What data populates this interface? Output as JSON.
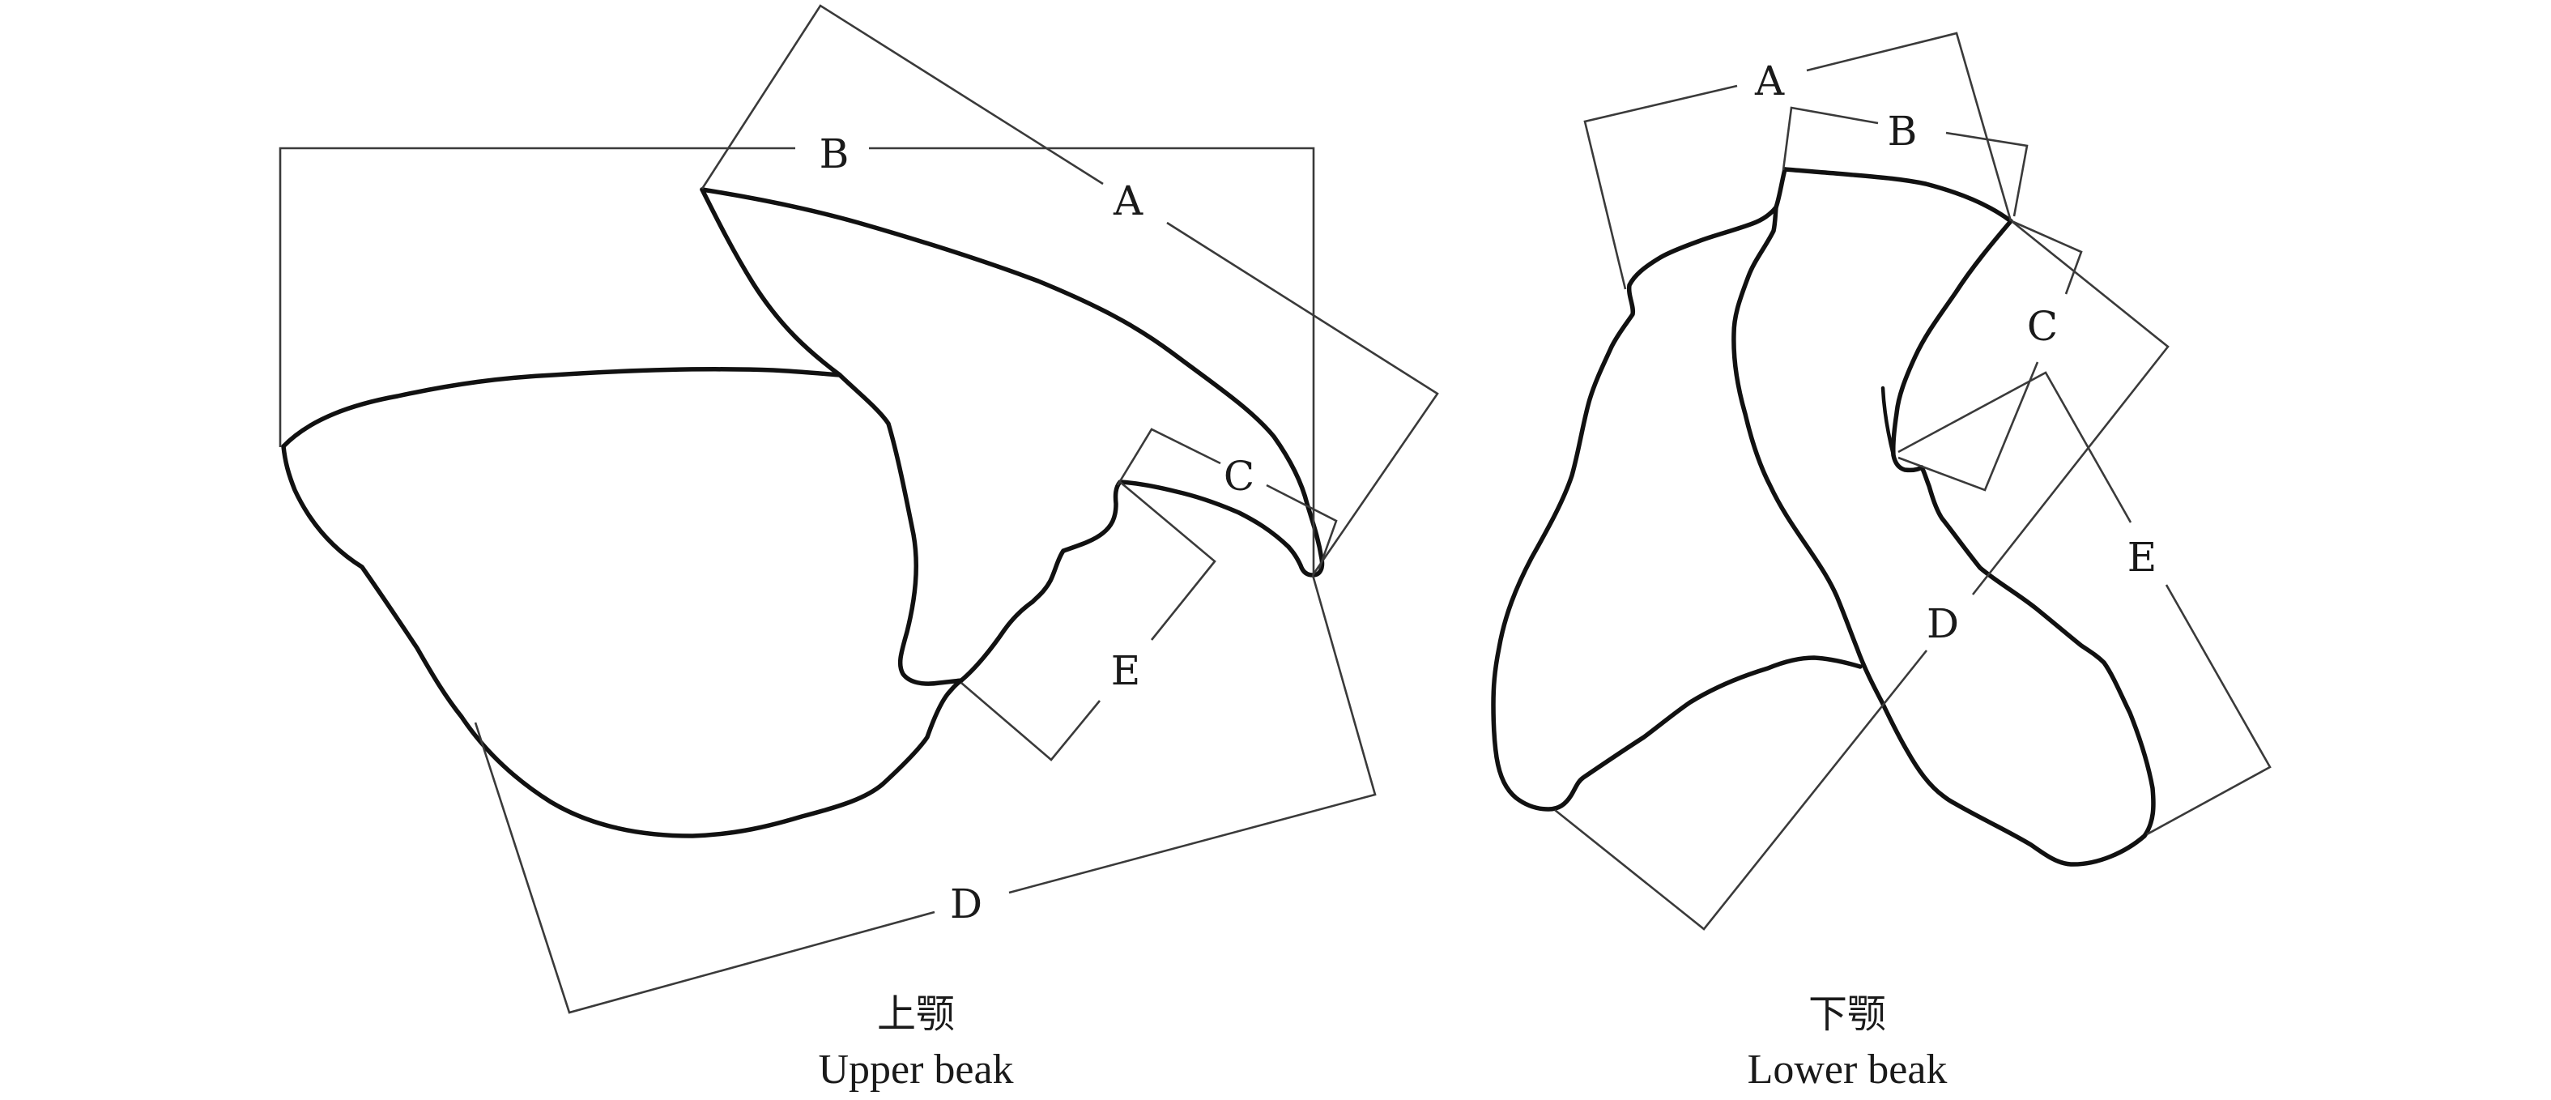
{
  "figure": {
    "upper_beak": {
      "caption_cn": "上颚",
      "caption_en": "Upper beak",
      "labels": {
        "A": "A",
        "B": "B",
        "C": "C",
        "D": "D",
        "E": "E"
      }
    },
    "lower_beak": {
      "caption_cn": "下颚",
      "caption_en": "Lower beak",
      "labels": {
        "A": "A",
        "B": "B",
        "C": "C",
        "D": "D",
        "E": "E"
      }
    },
    "colors": {
      "outline": "#111111",
      "dimension_line": "#3a3a3a",
      "background": "#ffffff"
    }
  }
}
